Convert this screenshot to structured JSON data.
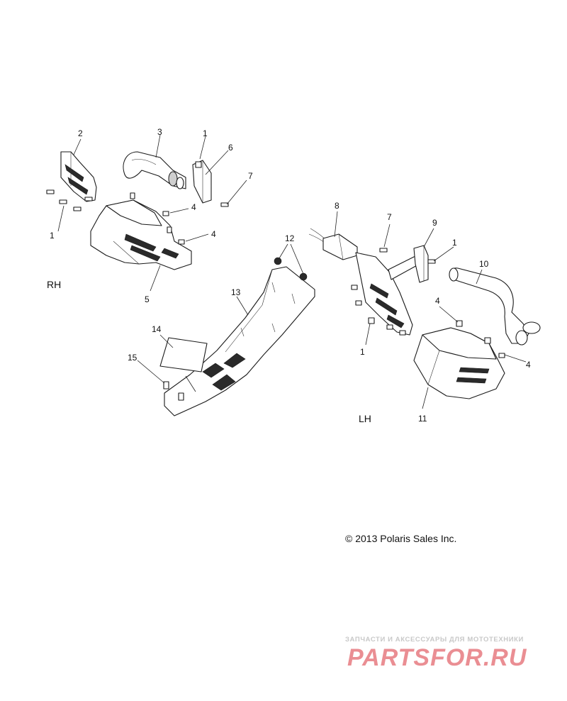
{
  "labels": {
    "side_right": "RH",
    "side_left": "LH"
  },
  "callouts": [
    "1",
    "2",
    "3",
    "4",
    "5",
    "6",
    "7",
    "8",
    "9",
    "10",
    "11",
    "12",
    "13",
    "14",
    "15"
  ],
  "copyright": "© 2013 Polaris Sales Inc.",
  "watermark": {
    "tagline": "ЗАПЧАСТИ И АКСЕССУАРЫ ДЛЯ МОТОТЕХНИКИ",
    "logo_text": "PARTSFOR.RU",
    "color": "#d9333b"
  }
}
